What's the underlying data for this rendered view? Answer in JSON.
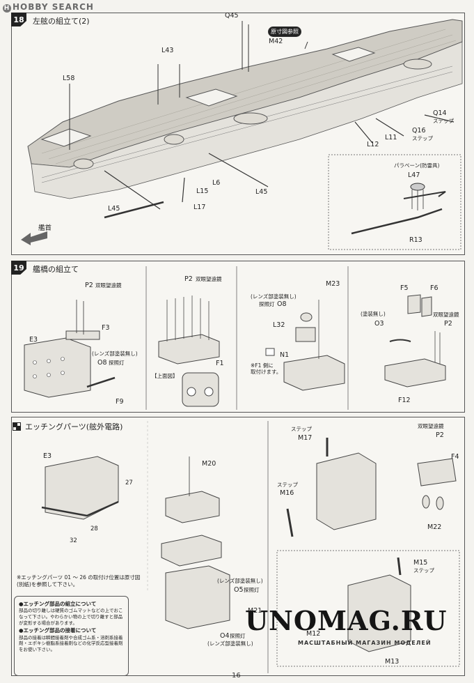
{
  "header": {
    "brand": "HOBBY SEARCH",
    "brand_mark": "H"
  },
  "page_number": "16",
  "watermark": {
    "main": "UNOMAG.RU",
    "sub": "МАСШТАБНЫЙ МАГАЗИН МОДЕЛЕЙ"
  },
  "step18": {
    "number": "18",
    "title": "左舷の組立て(2)",
    "bow_label": "艦首",
    "ref_badge": "原寸図参照",
    "labels": {
      "q45": "Q45",
      "m42": "M42",
      "l43": "L43",
      "l58": "L58",
      "q14": "Q14",
      "q14_sub": "ステップ",
      "q16": "Q16",
      "q16_sub": "ステップ",
      "l11": "L11",
      "l12": "L12",
      "l6": "L6",
      "l15": "L15",
      "l45a": "L45",
      "l17": "L17",
      "l45b": "L45",
      "paravane": "パラベーン(防雷具)",
      "l47": "L47",
      "r13": "R13"
    }
  },
  "step19": {
    "number": "19",
    "title": "艦橋の組立て",
    "labels": {
      "p2a": "P2",
      "p2a_sub": "双眼望遠鏡",
      "f3": "F3",
      "e3a": "E3",
      "lens_note1": "(レンズ部塗装無し)",
      "o8a": "O8",
      "o8a_sub": "探照灯",
      "f9": "F9",
      "p2b": "P2",
      "p2b_sub": "双眼望遠鏡",
      "f1": "F1",
      "top_view": "【上面図】",
      "m23": "M23",
      "lens_note2": "(レンズ部塗装無し)",
      "o8b_pre": "探照灯",
      "o8b": "O8",
      "l32": "L32",
      "n1": "N1",
      "f1_note": "※F1 側に\n取付けます。",
      "f5": "F5",
      "f6": "F6",
      "paint_none": "(塗装無し)",
      "o3": "O3",
      "p2c_sub": "双眼望遠鏡",
      "p2c": "P2",
      "f12": "F12"
    }
  },
  "etching": {
    "title": "エッチングパーツ(舷外電路)",
    "labels": {
      "e3": "E3",
      "n27": "27",
      "n28": "28",
      "n32": "32",
      "m20": "M20",
      "lens_note": "(レンズ部塗装無し)",
      "o5": "O5",
      "o5_sub": "探照灯",
      "m21": "M21",
      "o4": "O4",
      "o4_sub": "探照灯",
      "o4_note": "(レンズ部塗装無し)",
      "step_a": "ステップ",
      "m17": "M17",
      "step_b": "ステップ",
      "m16": "M16",
      "p2_sub": "双眼望遠鏡",
      "p2": "P2",
      "f4": "F4",
      "m22": "M22",
      "m15": "M15",
      "m15_sub": "ステップ",
      "m13": "M13",
      "m12": "M12"
    },
    "footnote": "※エッチングパーツ 01 〜 26 の取付け位置は原寸図(別紙)を参照して下さい。",
    "notes": [
      {
        "heading": "●エッチング部品の組立について",
        "body": "部品の切り離しは硬質のゴムマットなどの上でおこなって下さい。やわらかい物の上で切り離すと部品が変形する場合があります。"
      },
      {
        "heading": "●エッチング部品の接着について",
        "body": "部品の接着は瞬間接着剤や合成ゴム系・溶剤系接着剤・エポキシ樹脂系接着剤などの化学反応型接着剤をお使い下さい。"
      }
    ]
  }
}
